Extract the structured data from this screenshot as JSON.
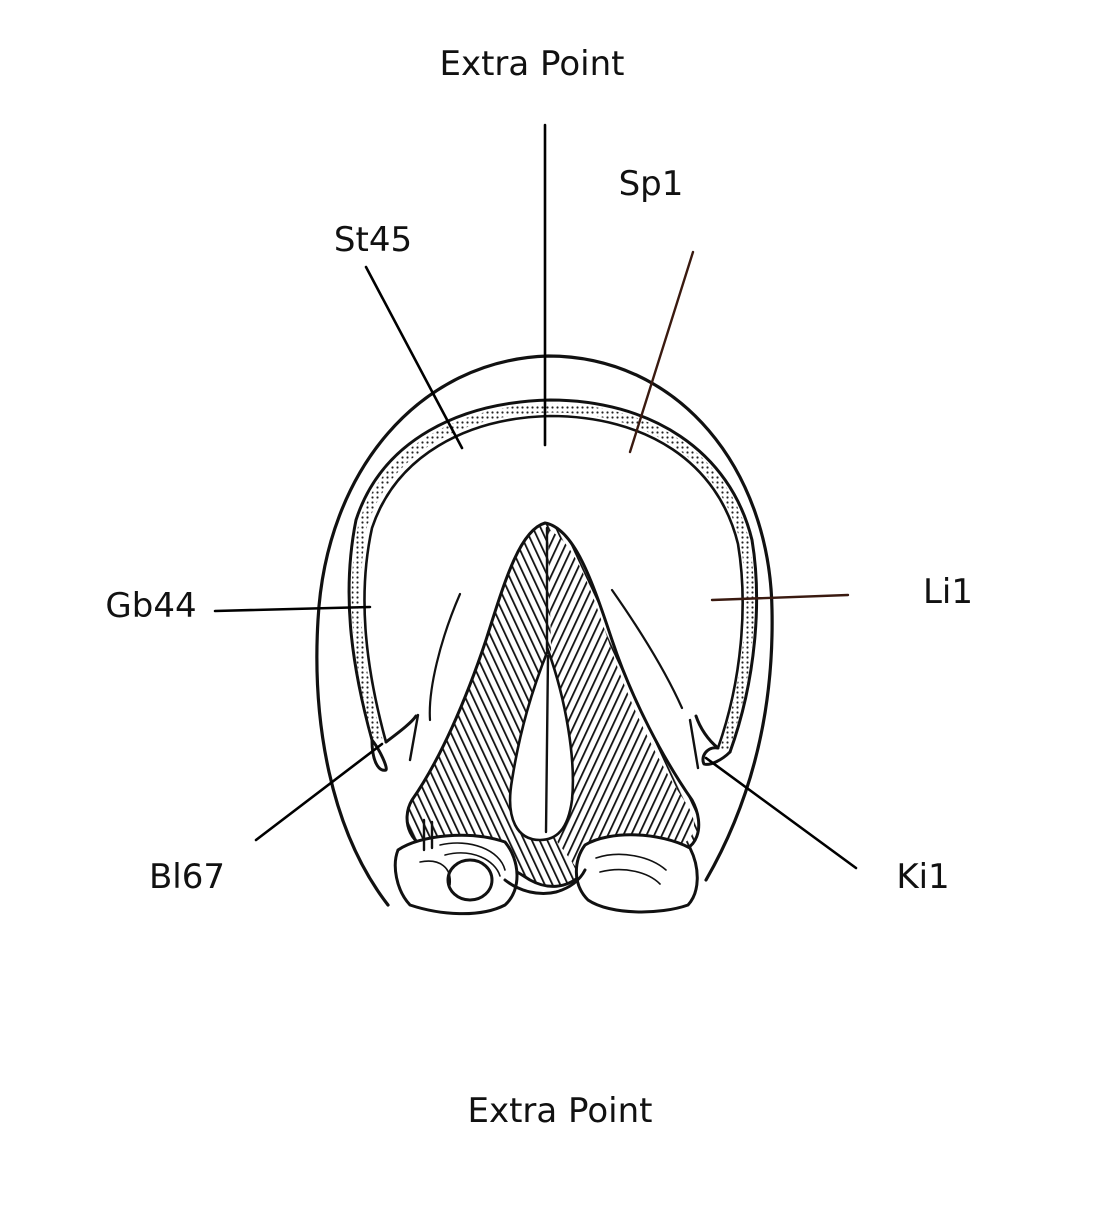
{
  "labels": {
    "extra_point_top": "Extra Point",
    "sp1": "Sp1",
    "st45": "St45",
    "gb44": "Gb44",
    "li1": "Li1",
    "bl67": "Bl67",
    "ki1": "Ki1",
    "extra_point_bottom": "Extra Point"
  },
  "colors": {
    "ink": "#111111",
    "brown_leader": "#3a1a10",
    "background": "#ffffff"
  }
}
